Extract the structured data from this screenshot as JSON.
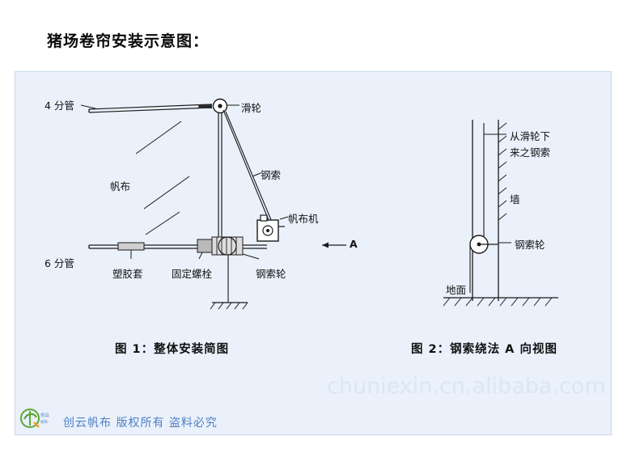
{
  "page": {
    "title": "猪场卷帘安装示意图：",
    "background_color": "#ffffff",
    "panel_color": "#eaf1fb"
  },
  "watermark": {
    "text": "chuniexin.cn.alibaba.com"
  },
  "brand": {
    "logo_name": "chuangyun-logo",
    "text": "创云帆布 版权所有 盗料必究",
    "color": "#4f7fc4"
  },
  "figure1": {
    "caption": "图 1：整体安装简图",
    "labels": {
      "pipe4": "4 分管",
      "pulley": "滑轮",
      "canvas": "帆布",
      "cable": "钢索",
      "canvas_machine": "帆布机",
      "pipe6": "6 分管",
      "plastic_sleeve": "塑胶套",
      "fixing_bolt": "固定螺栓",
      "cable_wheel": "钢索轮",
      "direction_a": "A"
    }
  },
  "figure2": {
    "caption": "图 2：钢索绕法 A 向视图",
    "labels": {
      "cable_from_pulley": "从滑轮下\n来之钢索",
      "cable_from_pulley_line1": "从滑轮下",
      "cable_from_pulley_line2": "来之钢索",
      "wall": "墙",
      "cable_wheel": "钢索轮",
      "ground": "地面"
    }
  }
}
